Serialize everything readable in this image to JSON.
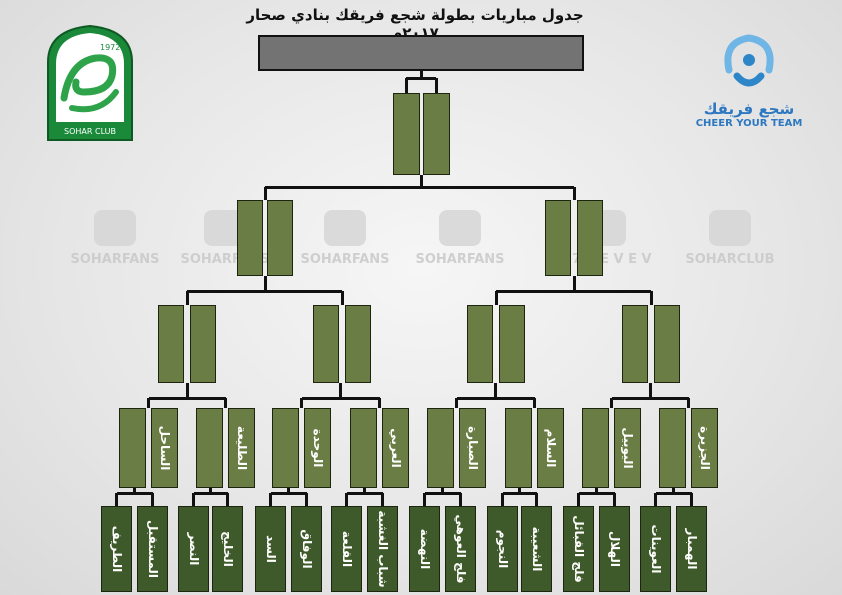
{
  "title": "جدول مباريات بطولة شجع فريقك بنادي صحار ٢٠١٧م",
  "logo": {
    "year": "1972",
    "name": "SOHAR CLUB"
  },
  "brand": {
    "arabic": "شجع فريقك",
    "english": "CHEER YOUR TEAM"
  },
  "watermarks": [
    "SOHARFANS",
    "SOHARFANS",
    "SOHARFANS",
    "SOHARFANS",
    "9 7 V E V E V",
    "SOHARCLUB"
  ],
  "round1_teams": [
    "الطريف",
    "المستقبل",
    "النصر",
    "الخليج",
    "السد",
    "الوفاق",
    "القلعة",
    "شباب الغشبة",
    "النهضة",
    "فلج العوهي",
    "النجوم",
    "الشعيبة",
    "فلج القبائل",
    "الهلال",
    "العوينات",
    "الهمبار"
  ],
  "round2_teams": [
    "",
    "الساحل",
    "",
    "الطليعة",
    "",
    "الوحدة",
    "",
    "العربي",
    "",
    "الصبارة",
    "",
    "السلام",
    "",
    "اليوبيل",
    "",
    "الجزيرة"
  ]
}
